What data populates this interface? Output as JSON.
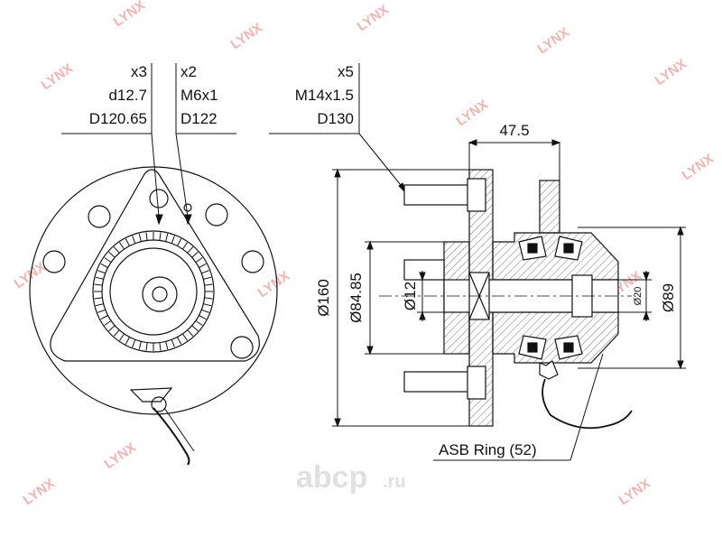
{
  "callouts": {
    "left_bolt": {
      "count": "x3",
      "size": "d12.7",
      "pcd": "D120.65"
    },
    "left_thread": {
      "count": "x2",
      "size": "M6x1",
      "pcd": "D122"
    },
    "studs": {
      "count": "x5",
      "size": "M14x1.5",
      "pcd": "D130"
    }
  },
  "dimensions": {
    "width": "47.5",
    "outer_diameter": "Ø160",
    "pilot_diameter": "Ø84.85",
    "bore": "Ø12",
    "inner_bore": "Ø20",
    "bearing_diameter": "Ø89"
  },
  "abs_label": "ASB Ring (52)",
  "watermark": {
    "brand": "LYNX",
    "site": "abcp",
    "tld": ".ru"
  }
}
